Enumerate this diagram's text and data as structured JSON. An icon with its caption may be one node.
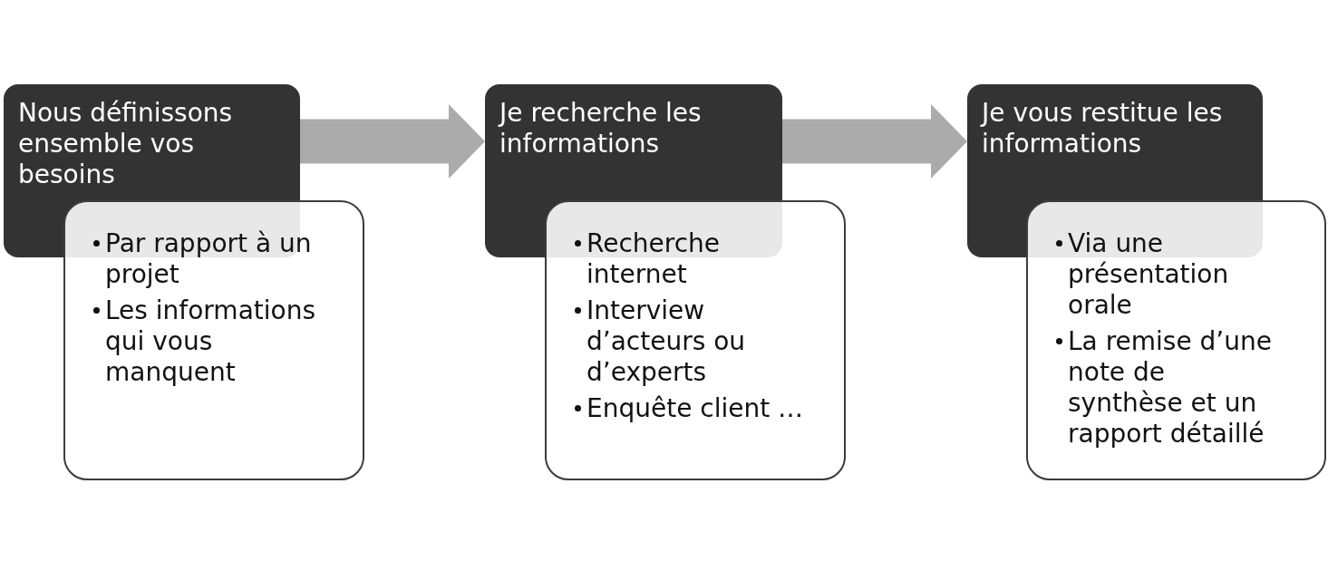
{
  "diagram": {
    "nodes": [
      {
        "text": [
          "Nous définissons ensemble vos besoins"
        ]
      },
      {
        "text": [
          "Par rapport à un projet",
          "Les informations qui vous manquent"
        ]
      },
      {
        "text": [
          "Je recherche les informations"
        ]
      },
      {
        "text": [
          "Recherche internet",
          "Interview d’acteurs ou d’experts",
          "Enquête client …"
        ]
      },
      {
        "text": [
          "Je vous restitue les informations"
        ]
      },
      {
        "text": [
          "Via une présentation orale",
          "La remise d’une note de synthèse et un rapport détaillé"
        ]
      }
    ],
    "edges": [
      {
        "from": 0,
        "to": 2,
        "arrow": "to"
      },
      {
        "from": 2,
        "to": 4,
        "arrow": "to"
      }
    ]
  }
}
